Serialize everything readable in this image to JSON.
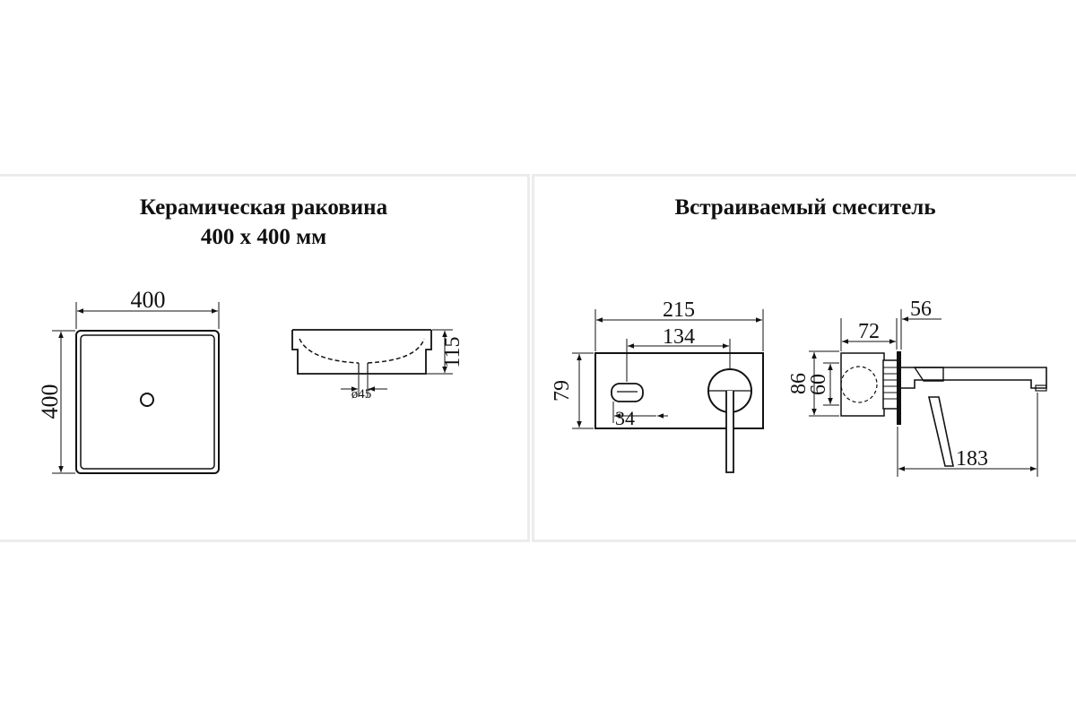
{
  "sink": {
    "title_line1": "Керамическая раковина",
    "title_line2": "400 x 400 мм",
    "dims": {
      "width": "400",
      "depth": "400",
      "height": "115",
      "drain": "ø45"
    }
  },
  "mixer": {
    "title": "Встраиваемый смеситель",
    "dims": {
      "plate_width": "215",
      "handle_offset": "134",
      "plate_height": "79",
      "spout_offset": "34",
      "body_depth": "72",
      "flange_depth": "56",
      "body_height": "86",
      "inner_height": "60",
      "spout_length": "183"
    }
  }
}
